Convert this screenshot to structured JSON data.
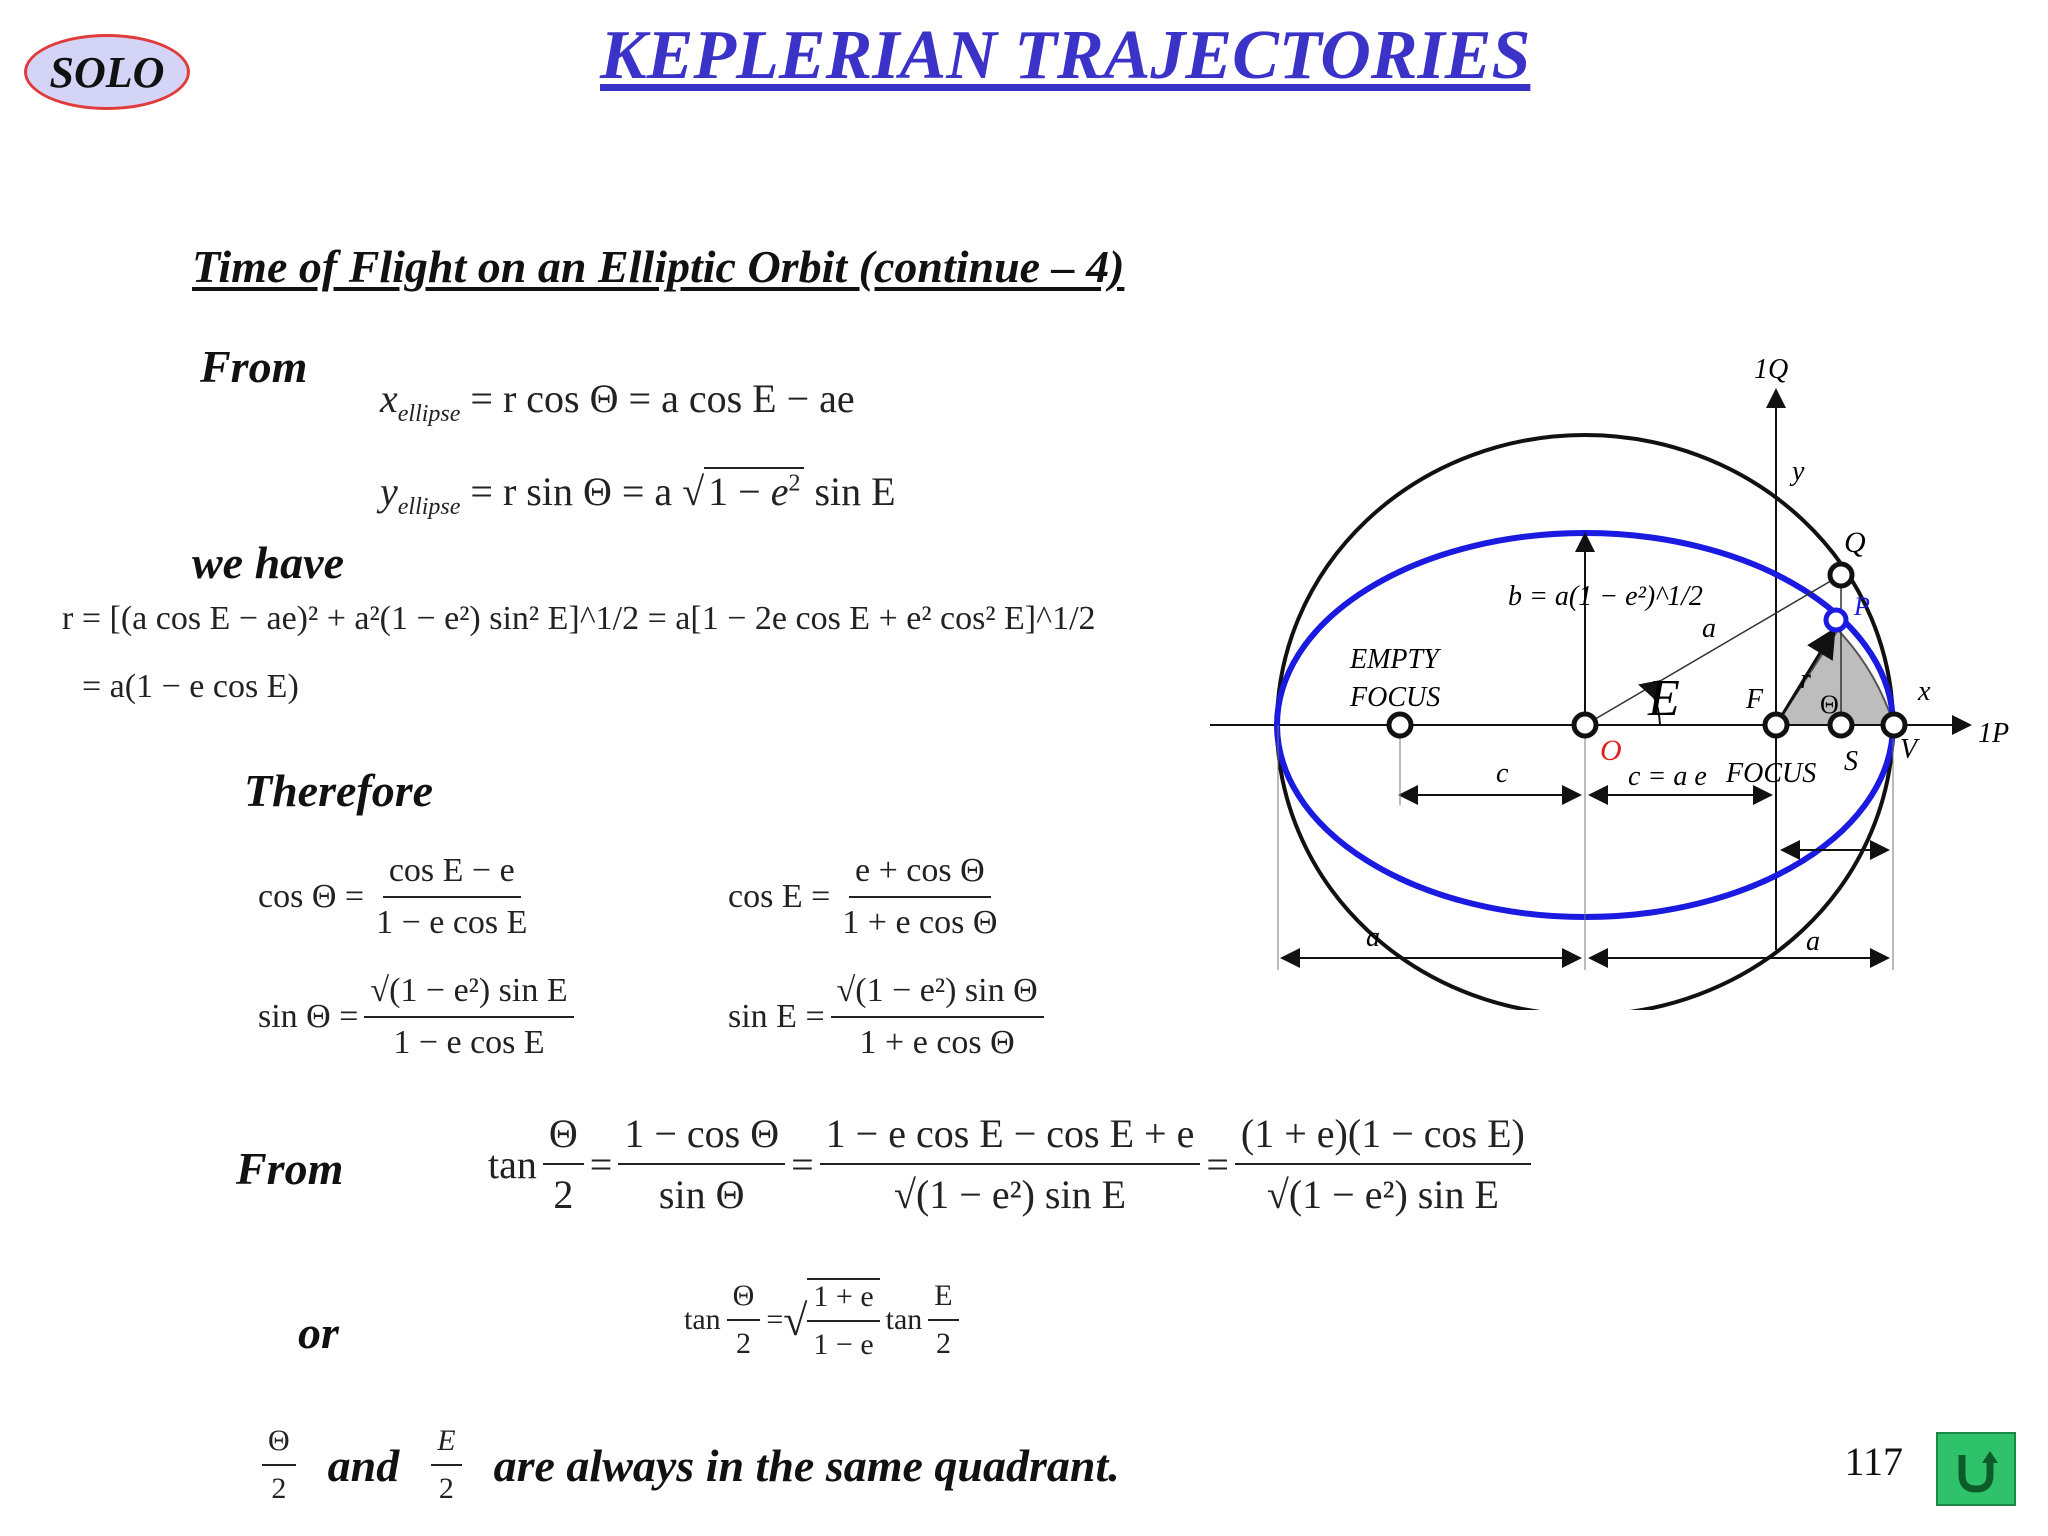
{
  "badge": "SOLO",
  "title": "KEPLERIAN  TRAJECTORIES",
  "subtitle": "Time of Flight on an Elliptic Orbit (continue – 4)",
  "labels": {
    "from1": "From",
    "we_have": "we have",
    "therefore": "Therefore",
    "from2": "From",
    "or": "or",
    "and": "and",
    "quadrant": "are always in the same quadrant."
  },
  "equations": {
    "x_ellipse": "= r cos Θ = a cos E − ae",
    "y_ellipse_lhs": "= r sin Θ = a",
    "y_ellipse_rhs": "sin E",
    "r_expr": "r = [(a cos E − ae)² + a²(1 − e²) sin² E]^1/2 = a[1 − 2e cos E + e² cos² E]^1/2",
    "r_result": "= a(1 − e cos E)",
    "cos_theta_lhs": "cos Θ =",
    "cos_theta_num": "cos E − e",
    "cos_theta_den": "1 − e cos E",
    "sin_theta_lhs": "sin Θ =",
    "sin_theta_num": "√(1 − e²) sin E",
    "sin_theta_den": "1 − e cos E",
    "cos_e_lhs": "cos E =",
    "cos_e_num": "e + cos Θ",
    "cos_e_den": "1 + e cos Θ",
    "sin_e_lhs": "sin E =",
    "sin_e_num": "√(1 − e²) sin Θ",
    "sin_e_den": "1 + e cos Θ",
    "tan_half_lhs": "tan",
    "tan_half_num1": "Θ",
    "tan_half_den1": "2",
    "tan_half_num2": "1 − cos Θ",
    "tan_half_den2": "sin Θ",
    "tan_half_num3": "1 − e cos E − cos E + e",
    "tan_half_den3": "√(1 − e²) sin E",
    "tan_half_num4": "(1 + e)(1 − cos E)",
    "tan_half_den4": "√(1 − e²) sin E",
    "tan_or_left": "tan",
    "tan_or_num_a": "Θ",
    "tan_or_den_a": "2",
    "tan_or_root_num": "1 + e",
    "tan_or_root_den": "1 − e",
    "tan_or_right": "tan",
    "tan_or_num_b": "E",
    "tan_or_den_b": "2",
    "quad_num_a": "Θ",
    "quad_den_a": "2",
    "quad_num_b": "E",
    "quad_den_b": "2"
  },
  "diagram": {
    "b_label": "b = a(1 − e²)^1/2",
    "a_label": "a",
    "empty_focus": "EMPTY",
    "empty_focus2": "FOCUS",
    "E_label": "E",
    "F_label": "F",
    "r_label": "r",
    "theta_label": "Θ",
    "x_label": "x",
    "y_label": "y",
    "Q_label": "Q",
    "P_label": "P",
    "O_label": "O",
    "S_label": "S",
    "V_label": "V",
    "focus_label": "FOCUS",
    "c_label": "c",
    "c_ae_label": "c = a e",
    "a_left": "a",
    "a_right": "a",
    "axis_P": "1P",
    "axis_Q": "1Q"
  },
  "page_number": "117",
  "colors": {
    "title": "#3b32c8",
    "ellipse": "#1a1ae0",
    "origin": "#e02020",
    "back_button": "#2ec26a"
  }
}
